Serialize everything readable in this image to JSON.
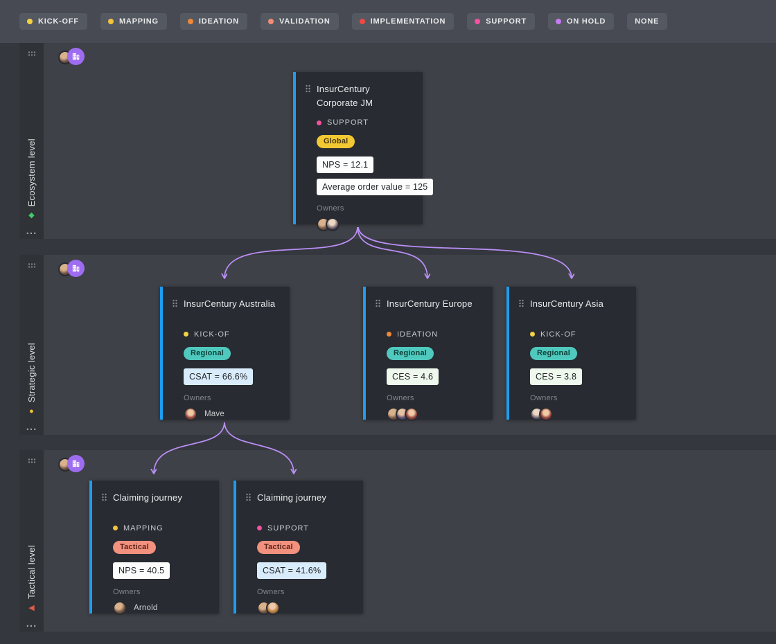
{
  "theme": {
    "card_accent": "#1E9CF0",
    "connector": "#B98EF5",
    "owner_badge": "#9E6CF0"
  },
  "legend": {
    "items": [
      {
        "label": "KICK-OFF",
        "color": "#F5D243"
      },
      {
        "label": "MAPPING",
        "color": "#F2C43D"
      },
      {
        "label": "IDEATION",
        "color": "#F0883A"
      },
      {
        "label": "VALIDATION",
        "color": "#F28C78"
      },
      {
        "label": "IMPLEMENTATION",
        "color": "#F04843"
      },
      {
        "label": "SUPPORT",
        "color": "#F2539E"
      },
      {
        "label": "ON HOLD",
        "color": "#C77BF2"
      },
      {
        "label": "NONE",
        "color": null
      }
    ]
  },
  "lanes": [
    {
      "label": "Ecosystem level",
      "menu": "...",
      "icon": {
        "name": "diamond-icon",
        "glyph": "◆",
        "color": "#3FCB66"
      },
      "cards": [
        {
          "title": "InsurCentury Corporate JM",
          "status": {
            "label": "SUPPORT",
            "color": "#F2539E"
          },
          "badge": {
            "label": "Global",
            "bg": "#F2C833",
            "fg": "#453812"
          },
          "metrics": [
            {
              "label": "NPS = 12.1",
              "bg": "#FCFCFC"
            },
            {
              "label": "Average order value = 125",
              "bg": "#FCFCFC"
            }
          ],
          "owners_label": "Owners"
        }
      ]
    },
    {
      "label": "Strategic level",
      "menu": "...",
      "icon": {
        "name": "circle-icon",
        "glyph": "●",
        "color": "#F2C433"
      },
      "cards": [
        {
          "title": "InsurCentury Australia",
          "status": {
            "label": "KICK-OF",
            "color": "#F5D243"
          },
          "badge": {
            "label": "Regional",
            "bg": "#4FC9BE",
            "fg": "#10403A"
          },
          "metrics": [
            {
              "label": "CSAT = 66.6%",
              "bg": "#D9ECFB"
            }
          ],
          "owners_label": "Owners",
          "owner_name": "Mave"
        },
        {
          "title": "InsurCentury Europe",
          "status": {
            "label": "IDEATION",
            "color": "#F0883A"
          },
          "badge": {
            "label": "Regional",
            "bg": "#4FC9BE",
            "fg": "#10403A"
          },
          "metrics": [
            {
              "label": "CES = 4.6",
              "bg": "#EFF8EC"
            }
          ],
          "owners_label": "Owners"
        },
        {
          "title": "InsurCentury Asia",
          "status": {
            "label": "KICK-OF",
            "color": "#F5D243"
          },
          "badge": {
            "label": "Regional",
            "bg": "#4FC9BE",
            "fg": "#10403A"
          },
          "metrics": [
            {
              "label": "CES = 3.8",
              "bg": "#EFF8EC"
            }
          ],
          "owners_label": "Owners"
        }
      ]
    },
    {
      "label": "Tactical level",
      "menu": "...",
      "icon": {
        "name": "triangle-icon",
        "glyph": "◀",
        "color": "#E25B45"
      },
      "cards": [
        {
          "title": "Claiming journey",
          "status": {
            "label": "MAPPING",
            "color": "#F2C43D"
          },
          "badge": {
            "label": "Tactical",
            "bg": "#F2917E",
            "fg": "#5C241A"
          },
          "metrics": [
            {
              "label": "NPS = 40.5",
              "bg": "#FCFCFC"
            }
          ],
          "owners_label": "Owners",
          "owner_name": "Arnold"
        },
        {
          "title": "Claiming journey",
          "status": {
            "label": "SUPPORT",
            "color": "#F2539E"
          },
          "badge": {
            "label": "Tactical",
            "bg": "#F2917E",
            "fg": "#5C241A"
          },
          "metrics": [
            {
              "label": "CSAT = 41.6%",
              "bg": "#D9ECFB"
            }
          ],
          "owners_label": "Owners"
        }
      ]
    }
  ]
}
